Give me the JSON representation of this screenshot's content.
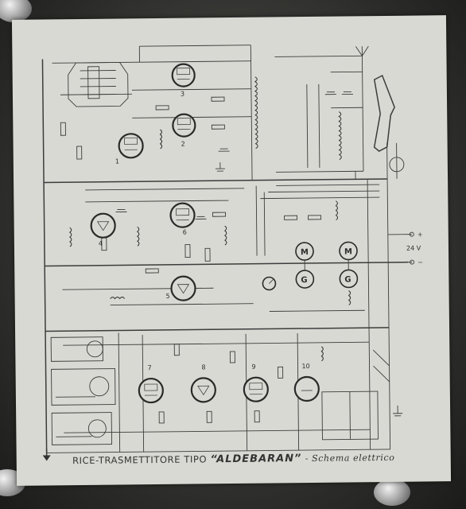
{
  "caption": {
    "prefix": "RICE-TRASMETTITORE TIPO",
    "name": "“ALDEBARAN”",
    "suffix": "- Schema elettrico"
  },
  "tube_numbers": [
    "1",
    "2",
    "3",
    "4",
    "5",
    "6",
    "7",
    "8",
    "9",
    "10"
  ],
  "machine_labels": {
    "motor": "M",
    "generator": "G"
  },
  "supply": {
    "voltage_label": "24 V",
    "plus": "+",
    "minus": "−"
  },
  "colors": {
    "paper": "#d9d9d3",
    "ink": "#333333",
    "background": "#2c2c2a"
  }
}
